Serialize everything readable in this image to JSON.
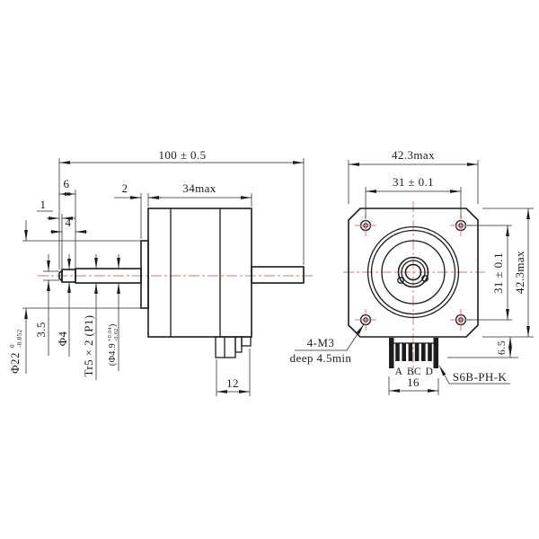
{
  "colors": {
    "line": "#1b1b1b",
    "centerline": "#e0716c",
    "background": "#ffffff"
  },
  "side": {
    "overall": "100 ± 0.5",
    "tip_len": "6",
    "tip_step": "1",
    "flat_len": "4",
    "pilot_len": "2",
    "body_len": "34max",
    "conn_w": "12",
    "tip_flat": "3.5",
    "tip_dia": "Φ4",
    "pilot_dia": "Φ22",
    "pilot_tol_up": "0",
    "pilot_tol_dn": "-0.052",
    "screw": "Tr5 × 2 (P1)",
    "screw_dia": "(Φ4.9",
    "screw_tol_up": "+0.04",
    "screw_tol_dn": "-0.02",
    "screw_close": ")"
  },
  "front": {
    "width": "42.3max",
    "hole_pitch": "31 ± 0.1",
    "hole_pitch_v": "31 ± 0.1",
    "height": "42.3max",
    "conn_h": "6.5",
    "conn_pitch": "16",
    "mount1": "4-M3",
    "mount2": "deep 4.5min",
    "connector": "S6B-PH-K",
    "pins": {
      "a": "A",
      "b": "B",
      "c": "C",
      "d": "D"
    }
  }
}
